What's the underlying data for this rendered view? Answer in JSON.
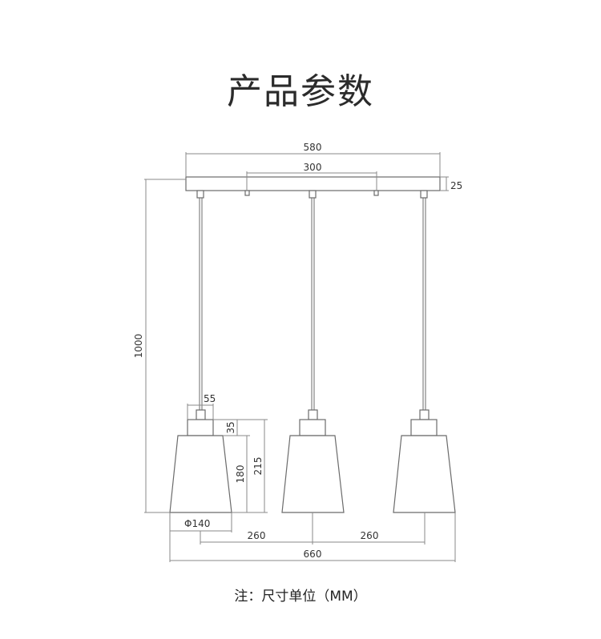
{
  "title": "产品参数",
  "note": "注：尺寸单位（MM）",
  "dimensions": {
    "canopy_width": "580",
    "mount_spacing": "300",
    "canopy_height": "25",
    "overall_height": "1000",
    "socket_width": "55",
    "socket_height": "35",
    "shade_height": "180",
    "lamp_height": "215",
    "shade_diameter": "Φ140",
    "spacing_left": "260",
    "spacing_right": "260",
    "overall_width": "660"
  }
}
